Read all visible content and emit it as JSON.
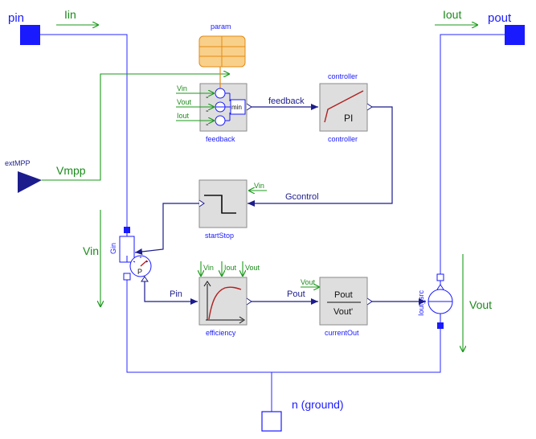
{
  "ports": {
    "pin": "pin",
    "pout": "pout",
    "ground": "n (ground)",
    "ext_mpp": "extMPP"
  },
  "signals": {
    "iin": "Iin",
    "iout": "Iout",
    "vmpp": "Vmpp",
    "vin_side": "Vin",
    "vout_side": "Vout",
    "feedback_wire": "feedback",
    "gcontrol": "Gcontrol",
    "pin_wire": "Pin",
    "pout_wire": "Pout"
  },
  "blocks": {
    "param": {
      "title": "param"
    },
    "feedback": {
      "label": "feedback",
      "inputs": [
        "Vin",
        "Vout",
        "Iout"
      ],
      "inner": "min",
      "signs": [
        "-",
        "-",
        "-"
      ]
    },
    "controller": {
      "top_label": "controller",
      "bottom_label": "controller",
      "inner": "PI"
    },
    "startstop": {
      "label": "startStop",
      "input": "Vin"
    },
    "efficiency": {
      "label": "efficiency",
      "inputs": [
        "Vin",
        "Iout",
        "Vout"
      ]
    },
    "currentout": {
      "label": "currentOut",
      "input": "Vout",
      "numerator": "Pout",
      "denominator": "Vout'"
    },
    "gin": {
      "label": "Gin",
      "sensor": "P"
    },
    "iout_src": {
      "label": "Iout_src"
    }
  },
  "colors": {
    "connector_blue": "#1a1aff",
    "signal_navy": "#1c1c8c",
    "signal_green": "#1b9a1b",
    "param_orange": "#e38a14",
    "param_fill": "#f9d08a"
  }
}
